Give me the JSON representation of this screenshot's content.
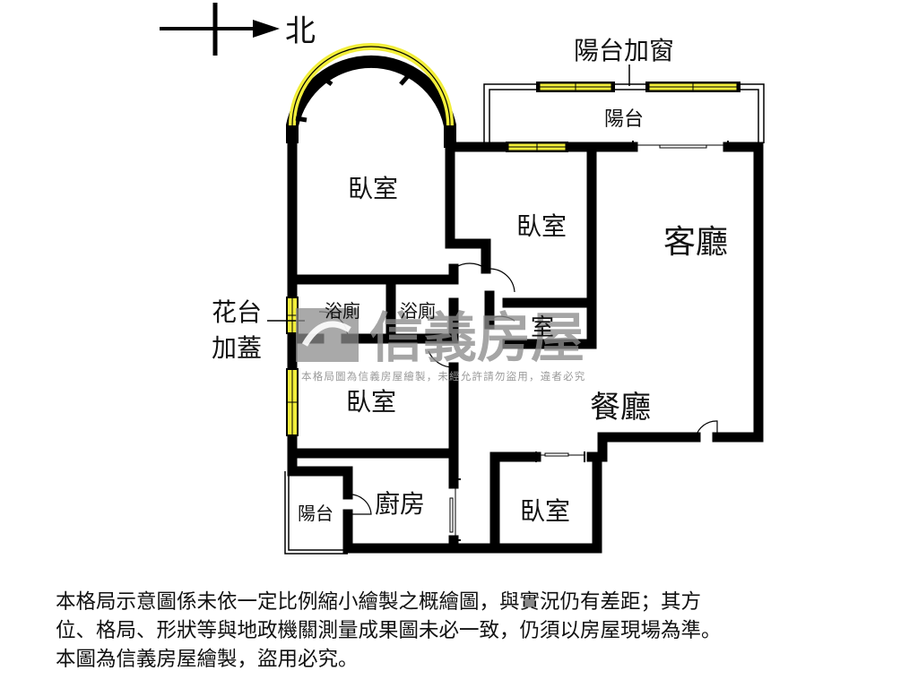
{
  "compass": {
    "label": "北",
    "direction": "north-arrow-pointing-right"
  },
  "annotations": {
    "balcony_window": "陽台加窗",
    "planter_cover_line1": "花台",
    "planter_cover_line2": "加蓋"
  },
  "rooms": {
    "bedroom_arched": "臥室",
    "bedroom_north": "臥室",
    "living_room": "客廳",
    "balcony_top": "陽台",
    "bathroom_1": "浴廁",
    "bathroom_2": "浴廁",
    "small_room": "室",
    "bedroom_west": "臥室",
    "dining_room": "餐廳",
    "balcony_small": "陽台",
    "kitchen": "廚房",
    "bedroom_south": "臥室"
  },
  "watermark": {
    "brand": "信義房屋",
    "notice": "本格局圖為信義房屋繪製，未經允許請勿盜用，違者必究"
  },
  "colors": {
    "wall": "#000000",
    "window_fill": "#f2ee3a",
    "watermark": "#8c8c8c"
  },
  "disclaimer": {
    "line1": "本格局示意圖係未依一定比例縮小繪製之概繪圖，與實況仍有差距；其方",
    "line2": "位、格局、形狀等與地政機關測量成果圖未必一致，仍須以房屋現場為準。",
    "line3": "本圖為信義房屋繪製，盜用必究。"
  }
}
